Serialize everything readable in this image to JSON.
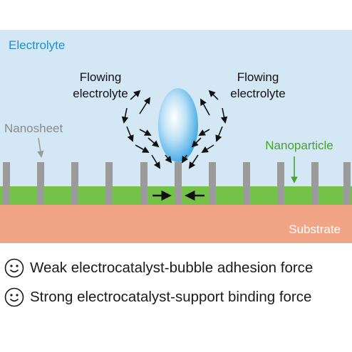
{
  "labels": {
    "electrolyte": "Electrolyte",
    "flowing_left_1": "Flowing",
    "flowing_left_2": "electrolyte",
    "flowing_right_1": "Flowing",
    "flowing_right_2": "electrolyte",
    "nanosheet": "Nanosheet",
    "nanoparticle": "Nanoparticle",
    "substrate": "Substrate"
  },
  "captions": [
    {
      "icon": "smiley-face-icon",
      "text": "Weak electrocatalyst-bubble adhesion force"
    },
    {
      "icon": "smiley-face-icon",
      "text": "Strong electrocatalyst-support binding force"
    }
  ],
  "colors": {
    "electrolyte_bg": "#d3e7f5",
    "electrolyte_label": "#1e90d6",
    "nanosheet": "#9b9b9b",
    "nanoparticle_layer": "#74c247",
    "nanoparticle_label": "#43a52a",
    "substrate": "#f2a586",
    "substrate_label": "#ffffff"
  }
}
